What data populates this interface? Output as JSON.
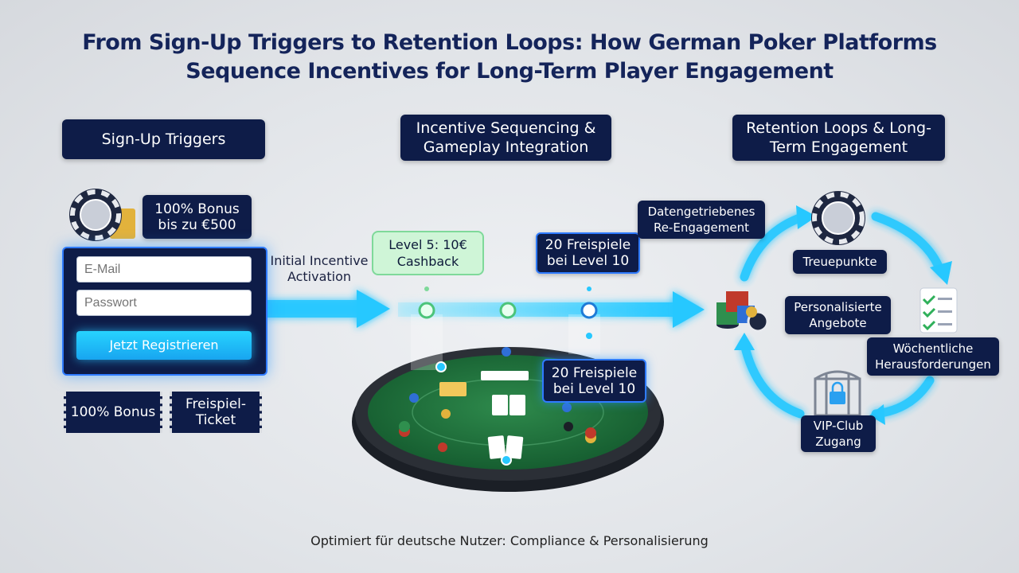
{
  "title_line1": "From Sign-Up Triggers to Retention Loops: How German Poker Platforms",
  "title_line2": "Sequence Incentives for Long-Term Player Engagement",
  "stages": {
    "signup": "Sign-Up Triggers",
    "sequencing": "Incentive Sequencing & Gameplay Integration",
    "retention": "Retention Loops & Long-Term Engagement"
  },
  "signup": {
    "bonus_badge": "100% Bonus bis zu €500",
    "email_placeholder": "E-Mail",
    "password_placeholder": "Passwort",
    "register_button": "Jetzt Registrieren",
    "ticket_bonus": "100% Bonus",
    "ticket_freespin": "Freispiel-Ticket"
  },
  "activation_label": "Initial Incentive Activation",
  "milestones": {
    "level5": "Level 5: 10€ Cashback",
    "level10_top": "20 Freispiele bei Level 10",
    "level10_table": "20 Freispiele bei Level 10"
  },
  "retention": {
    "reengagement": "Datengetriebenes Re-Engagement",
    "loyalty_points": "Treuepunkte",
    "personalized_offers": "Personalisierte Angebote",
    "weekly_challenges": "Wöchentliche Herausforderungen",
    "vip_access": "VIP-Club Zugang"
  },
  "footer": "Optimiert für deutsche Nutzer: Compliance & Personalisierung",
  "colors": {
    "navy": "#0e1c48",
    "accent_cyan": "#27c8ff",
    "highlight_green": "#cff5d7",
    "table_felt": "#1f6a3a"
  },
  "icons": [
    "poker-chip-icon",
    "chip-stack-icon",
    "checklist-icon",
    "vip-gate-icon",
    "playing-cards-icon"
  ]
}
